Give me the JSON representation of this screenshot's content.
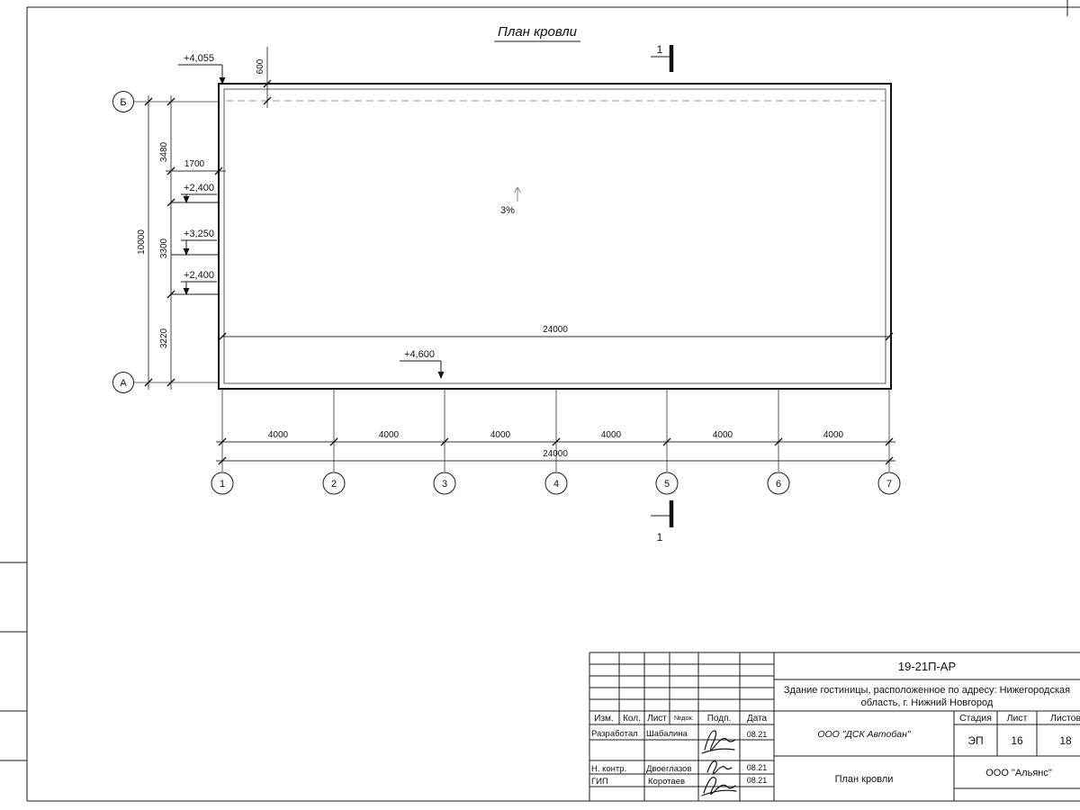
{
  "sheet": {
    "title": "План кровли"
  },
  "plan": {
    "slope": "3%",
    "section_label": "1",
    "elevations": {
      "roof_top_left": "+4,055",
      "canopy_upper": "+2,400",
      "canopy_mid": "+3,250",
      "canopy_lower": "+2,400",
      "roof_bottom": "+4,600"
    },
    "dims": {
      "parapet_offset": "600",
      "canopy_width": "1700",
      "roof_width_inner": "24000",
      "left_segments": [
        "3480",
        "3300",
        "3220"
      ],
      "left_total": "10000",
      "bottom_segments": [
        "4000",
        "4000",
        "4000",
        "4000",
        "4000",
        "4000"
      ],
      "bottom_total": "24000"
    },
    "row_axes": [
      "Б",
      "А"
    ],
    "col_axes": [
      "1",
      "2",
      "3",
      "4",
      "5",
      "6",
      "7"
    ]
  },
  "titleblock": {
    "doc_number": "19-21П-АР",
    "project_line1": "Здание гостиницы, расположенное по адресу: Нижегородская",
    "project_line2": "область, г. Нижний Новгород",
    "columns": {
      "izm": "Изм.",
      "kol": "Кол.",
      "list": "Лист",
      "doc": "№док.",
      "sign": "Подп.",
      "date": "Дата"
    },
    "people": [
      {
        "role": "Разработал",
        "name": "Шабалина",
        "date": "08.21"
      },
      {
        "role": "Н. контр.",
        "name": "Двоеглазов",
        "date": "08.21"
      },
      {
        "role": "ГИП",
        "name": "Коротаев",
        "date": "08.21"
      }
    ],
    "contractor": "ООО \"ДСК Автобан\"",
    "stage_cols": [
      "Стадия",
      "Лист",
      "Листов"
    ],
    "stage_vals": [
      "ЭП",
      "16",
      "18"
    ],
    "sheet_name": "План кровли",
    "organization": "ООО \"Альянс\""
  }
}
